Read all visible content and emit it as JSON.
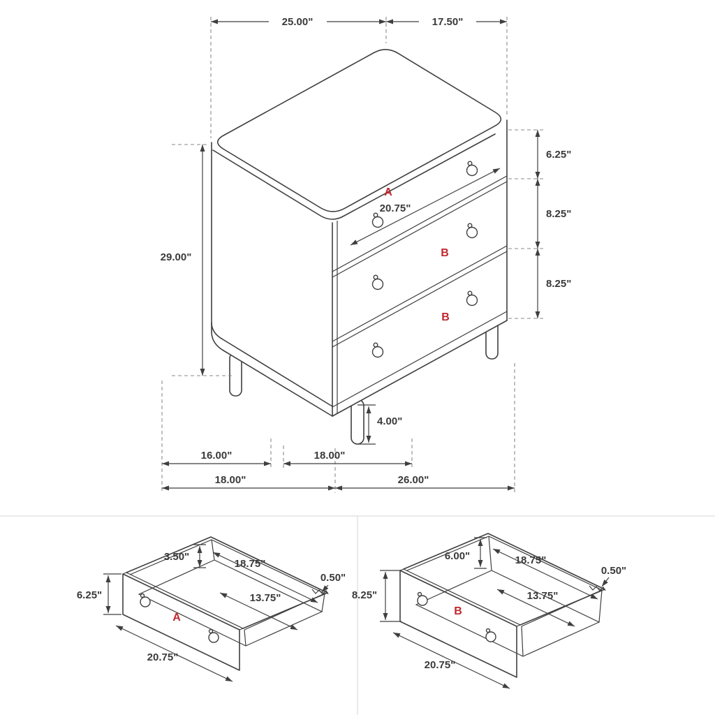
{
  "page": {
    "background": "#ffffff"
  },
  "colors": {
    "line": "#3f3f3f",
    "extension_line": "#8a8a8a",
    "accent_red": "#c1272d"
  },
  "main_view": {
    "description": "isometric 3-drawer chest dimension drawing",
    "dims": {
      "top_width": "25.00\"",
      "top_depth": "17.50\"",
      "drawer_a_height": "6.25\"",
      "drawer_b1_height": "8.25\"",
      "drawer_b2_height": "8.25\"",
      "overall_height": "29.00\"",
      "drawer_front_width": "20.75\"",
      "leg_height": "4.00\"",
      "leg_span_left": "16.00\"",
      "leg_span_right": "18.00\"",
      "base_depth": "18.00\"",
      "base_width": "26.00\""
    },
    "drawer_labels": {
      "top": "A",
      "middle": "B",
      "bottom": "B"
    }
  },
  "drawer_a_detail": {
    "label": "A",
    "dims": {
      "interior_depth": "3.50\"",
      "interior_width": "18.75\"",
      "panel_thickness": "0.50\"",
      "front_height": "6.25\"",
      "knob_spacing": "13.75\"",
      "front_width": "20.75\""
    }
  },
  "drawer_b_detail": {
    "label": "B",
    "dims": {
      "interior_depth": "6.00\"",
      "interior_width": "18.75\"",
      "panel_thickness": "0.50\"",
      "front_height": "8.25\"",
      "knob_spacing": "13.75\"",
      "front_width": "20.75\""
    }
  }
}
